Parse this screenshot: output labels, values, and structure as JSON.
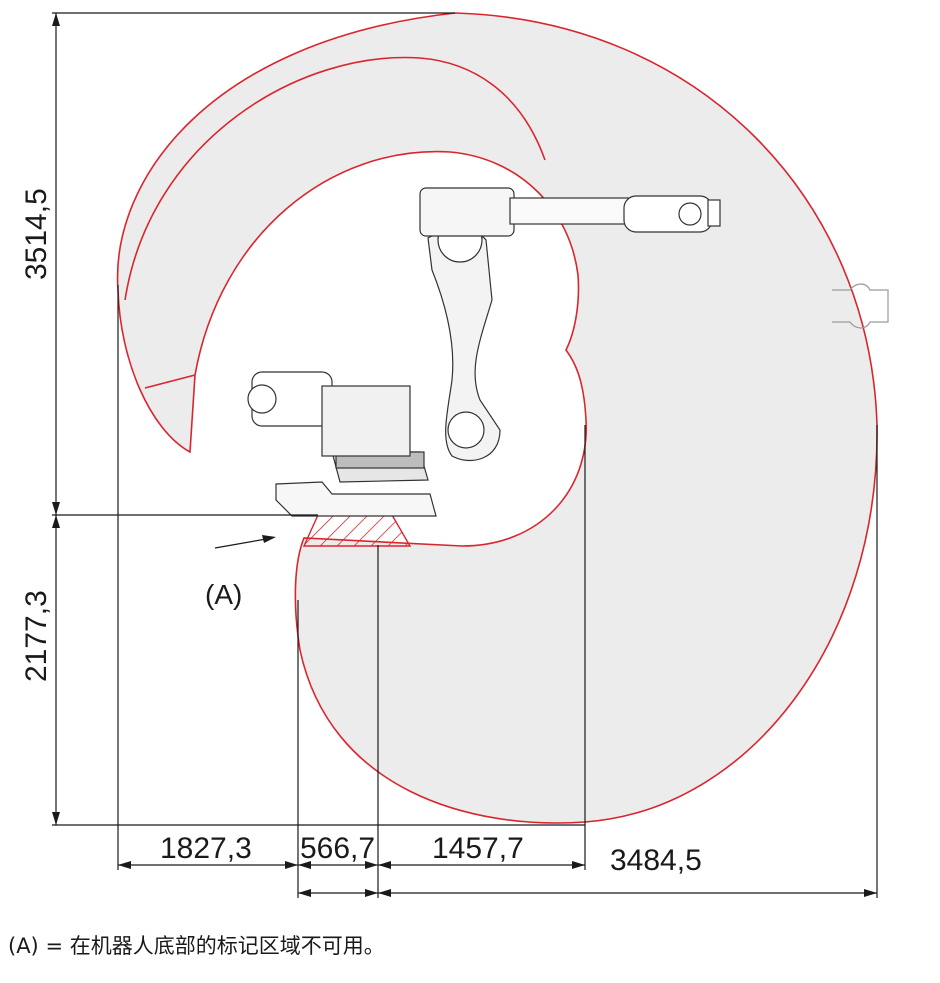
{
  "dimensions": {
    "height_upper": "3514,5",
    "height_lower": "2177,3",
    "width_rear": "1827,3",
    "width_base": "566,7",
    "width_front": "1457,7",
    "width_total": "3484,5"
  },
  "marker_label": "(A)",
  "caption": {
    "marker": "(A)",
    "equals": "=",
    "text": "在机器人底部的标记区域不可用。"
  },
  "colors": {
    "envelope_stroke": "#d9262e",
    "envelope_fill": "#ececec",
    "line": "#1a1a1a",
    "hatch": "#d9262e"
  },
  "icons": {
    "robot": "abb-industrial-robot-arm",
    "arrow": "pointer-arrow",
    "tool_flange": "tool-flange-outline"
  }
}
